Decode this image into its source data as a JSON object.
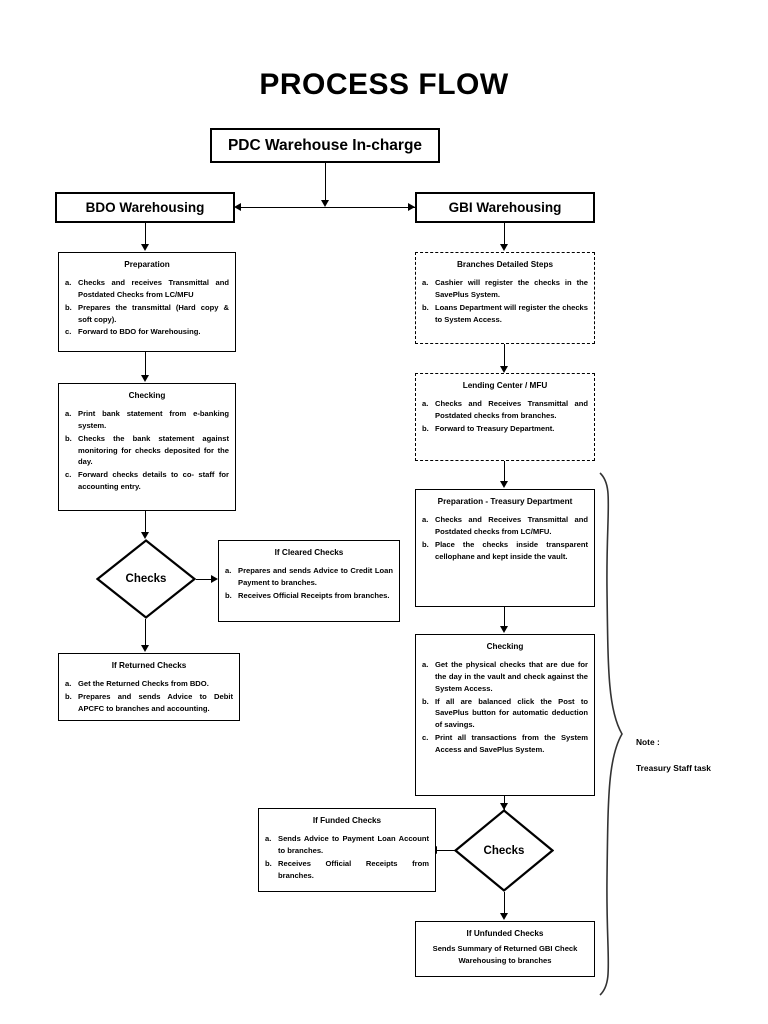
{
  "document": {
    "title": "PROCESS FLOW"
  },
  "header": {
    "root": "PDC Warehouse In-charge",
    "left_branch": "BDO Warehousing",
    "right_branch": "GBI Warehousing"
  },
  "note": {
    "label": "Note :",
    "text": "Treasury Staff task",
    "full": "Note :\nTreasury Staff task"
  },
  "left_column": {
    "preparation": {
      "title": "Preparation",
      "steps": [
        {
          "marker": "a.",
          "text": "Checks and receives Transmittal and Postdated Checks from LC/MFU"
        },
        {
          "marker": "b.",
          "text": "Prepares the transmittal (Hard copy & soft copy)."
        },
        {
          "marker": "c.",
          "text": "Forward to BDO for Warehousing."
        }
      ]
    },
    "checking": {
      "title": "Checking",
      "steps": [
        {
          "marker": "a.",
          "text": "Print bank statement from e-banking system."
        },
        {
          "marker": "b.",
          "text": "Checks the bank statement against monitoring for checks deposited for the day."
        },
        {
          "marker": "c.",
          "text": "Forward checks details to co- staff for accounting entry."
        }
      ]
    },
    "decision": {
      "label": "Checks"
    },
    "cleared": {
      "title": "If Cleared Checks",
      "steps": [
        {
          "marker": "a.",
          "text": "Prepares and sends Advice to Credit Loan Payment to branches."
        },
        {
          "marker": "b.",
          "text": "Receives Official Receipts from branches."
        }
      ]
    },
    "returned": {
      "title": "If Returned Checks",
      "steps": [
        {
          "marker": "a.",
          "text": "Get the Returned Checks from BDO."
        },
        {
          "marker": "b.",
          "text": "Prepares and sends Advice to Debit APCFC to branches and accounting."
        }
      ]
    }
  },
  "right_column": {
    "branches": {
      "title": "Branches Detailed Steps",
      "steps": [
        {
          "marker": "a.",
          "text": "Cashier will register the checks in the SavePlus System."
        },
        {
          "marker": "b.",
          "text": "Loans Department will register the checks to System Access."
        }
      ]
    },
    "lending": {
      "title": "Lending Center / MFU",
      "steps": [
        {
          "marker": "a.",
          "text": "Checks and Receives Transmittal and Postdated checks from branches."
        },
        {
          "marker": "b.",
          "text": "Forward to Treasury Department."
        }
      ]
    },
    "preparation": {
      "title": "Preparation - Treasury Department",
      "steps": [
        {
          "marker": "a.",
          "text": "Checks and Receives Transmittal and Postdated checks from LC/MFU."
        },
        {
          "marker": "b.",
          "text": "Place the checks inside transparent cellophane and kept inside the vault."
        }
      ]
    },
    "checking": {
      "title": "Checking",
      "steps": [
        {
          "marker": "a.",
          "text": "Get the physical checks that are due for the day in the vault and check against the System Access."
        },
        {
          "marker": "b.",
          "text": "If all are balanced click the Post to SavePlus button for automatic deduction of savings."
        },
        {
          "marker": "c.",
          "text": "Print all transactions from the System Access and SavePlus System."
        }
      ]
    },
    "decision": {
      "label": "Checks"
    },
    "funded": {
      "title": "If Funded Checks",
      "steps": [
        {
          "marker": "a.",
          "text": "Sends Advice to Payment Loan Account to branches."
        },
        {
          "marker": "b.",
          "text": "Receives Official Receipts from branches."
        }
      ]
    },
    "unfunded": {
      "title": "If Unfunded Checks",
      "body": "Sends Summary of Returned GBI Check Warehousing to branches"
    }
  },
  "colors": {
    "stroke": "#000000",
    "background": "#ffffff"
  }
}
